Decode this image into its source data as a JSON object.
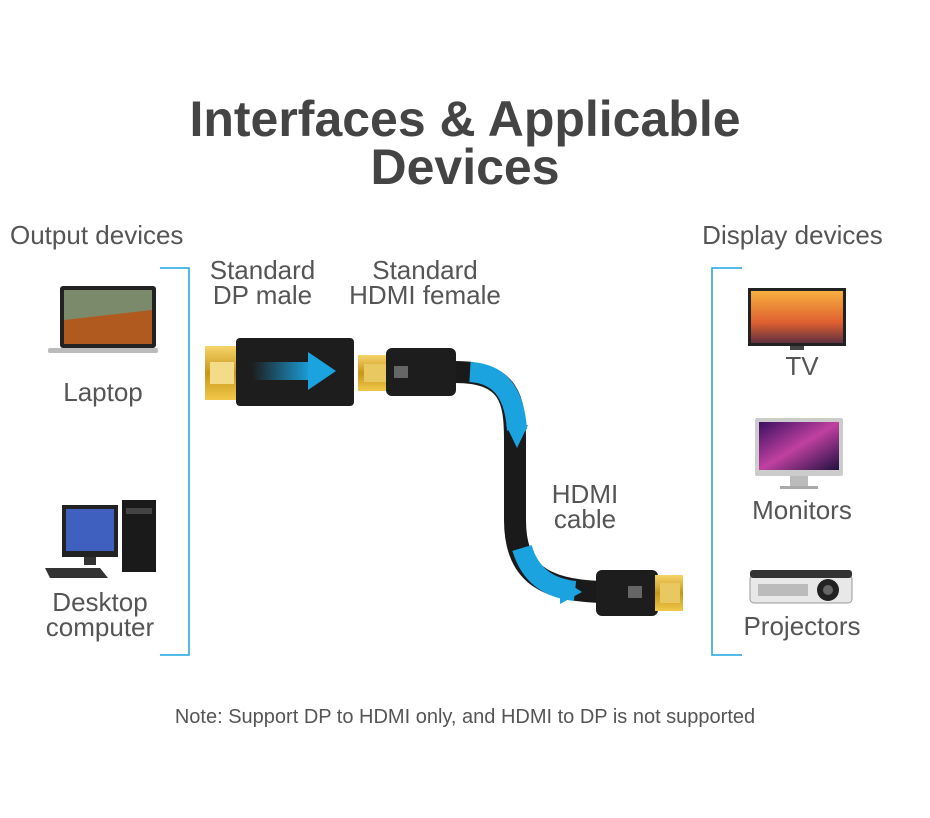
{
  "title": {
    "line1": "Interfaces & Applicable",
    "line2": "Devices"
  },
  "output": {
    "heading": "Output devices",
    "devices": [
      {
        "label": "Laptop"
      },
      {
        "label_line1": "Desktop",
        "label_line2": "computer"
      }
    ]
  },
  "adapter": {
    "dp_label_line1": "Standard",
    "dp_label_line2": "DP male",
    "hdmi_label_line1": "Standard",
    "hdmi_label_line2": "HDMI female",
    "cable_label_line1": "HDMI",
    "cable_label_line2": "cable"
  },
  "display": {
    "heading": "Display devices",
    "devices": [
      {
        "label": "TV"
      },
      {
        "label": "Monitors"
      },
      {
        "label": "Projectors"
      }
    ]
  },
  "note": "Note: Support DP to HDMI only, and HDMI to DP is not supported",
  "colors": {
    "accent": "#1ba3e0",
    "text": "#555555",
    "title": "#444444",
    "gold": "#d8a820"
  }
}
